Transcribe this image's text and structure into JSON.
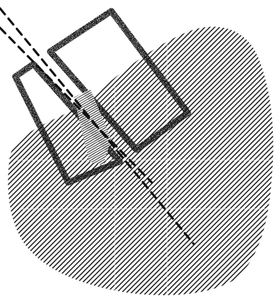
{
  "scene": {
    "background": "#ffffff",
    "ink_color": "#1a1a1a",
    "blob_fill": "diagonal-hatch",
    "shapes": [
      "hatched-blob",
      "stippled-square-upper",
      "stippled-square-lower",
      "dashed-line-left",
      "dashed-line-right"
    ]
  }
}
